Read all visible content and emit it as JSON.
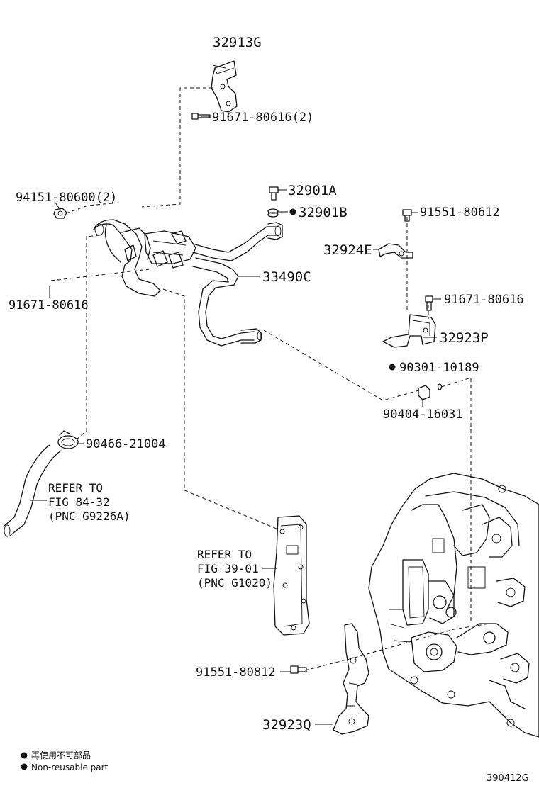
{
  "parts": {
    "p32913G": "32913G",
    "p91671_80616_2": "91671-80616(2)",
    "p94151_80600_2": "94151-80600(2)",
    "p32901A": "32901A",
    "p32901B": "32901B",
    "p91551_80612": "91551-80612",
    "p32924E": "32924E",
    "p33490C": "33490C",
    "p91671_80616_left": "91671-80616",
    "p91671_80616_right": "91671-80616",
    "p32923P": "32923P",
    "p90301_10189": "90301-10189",
    "p90404_16031": "90404-16031",
    "p90466_21004": "90466-21004",
    "p91551_80812": "91551-80812",
    "p32923Q": "32923Q"
  },
  "refs": {
    "ref_left": {
      "line1": "REFER TO",
      "line2": "FIG 84-32",
      "line3": "(PNC G9226A)"
    },
    "ref_center": {
      "line1": "REFER TO",
      "line2": "FIG 39-01",
      "line3": "(PNC G1020)"
    }
  },
  "legend": {
    "jp": "再使用不可部品",
    "en": "Non-reusable part"
  },
  "figure_number": "390412G"
}
